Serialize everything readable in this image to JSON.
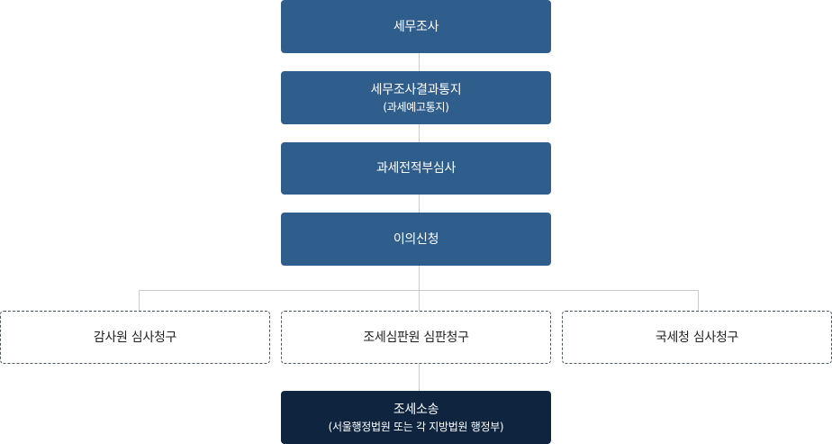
{
  "diagram": {
    "steps": [
      {
        "label": "세무조사",
        "sub": ""
      },
      {
        "label": "세무조사결과통지",
        "sub": "(과세예고통지)"
      },
      {
        "label": "과세전적부심사",
        "sub": ""
      },
      {
        "label": "이의신청",
        "sub": ""
      }
    ],
    "branches": [
      {
        "label": "감사원 심사청구"
      },
      {
        "label": "조세심판원 심판청구"
      },
      {
        "label": "국세청 심사청구"
      }
    ],
    "final": {
      "label": "조세소송",
      "sub": "(서울행정법원 또는 각 지방법원 행정부)"
    }
  },
  "colors": {
    "primary": "#2f5d8c",
    "final": "#0f243f",
    "connector": "#c8ccd2",
    "dashed_border": "#4a5562"
  }
}
